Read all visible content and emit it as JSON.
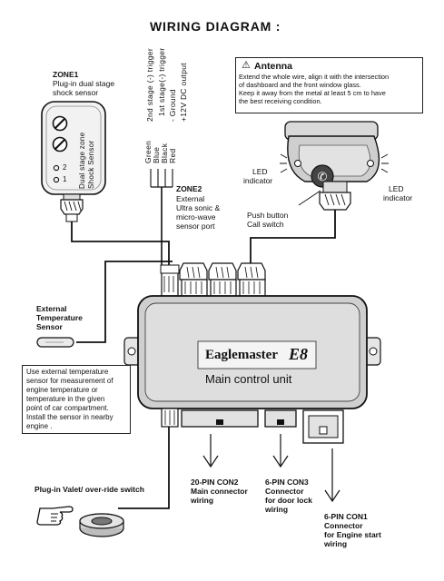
{
  "title": "WIRING DIAGRAM :",
  "zone1": {
    "heading": "ZONE1",
    "desc_line1": "Plug-in dual stage",
    "desc_line2": "shock sensor",
    "side_line1": "Dual stage zone",
    "side_line2": "Shock Sensor",
    "label_2": "2",
    "label_1": "1"
  },
  "zone2": {
    "wires": [
      {
        "color": "Green",
        "function": "2nd stage (-) trigger",
        "hex": "#2e8b3a"
      },
      {
        "color": "Blue",
        "function": "1st stage(-) trigger",
        "hex": "#2b55c8"
      },
      {
        "color": "Black",
        "function": "- Ground",
        "hex": "#111111"
      },
      {
        "color": "Red",
        "function": "+12V DC output",
        "hex": "#d22b2b"
      }
    ],
    "heading": "ZONE2",
    "desc_line1": "External",
    "desc_line2": "Ultra sonic &",
    "desc_line3": "micro-wave",
    "desc_line4": "sensor port"
  },
  "antenna": {
    "heading": "Antenna",
    "text_line1": "Extend the whole wire, align it with the intersection",
    "text_line2": "of dashboard and the front window glass.",
    "text_line3": "Keep it away from the metal at least 5 cm to have",
    "text_line4": "the best receiving condition.",
    "led_left_line1": "LED",
    "led_left_line2": "indicator",
    "led_right_line1": "LED",
    "led_right_line2": "indicator",
    "push_line1": "Push button",
    "push_line2": "Call switch"
  },
  "temperature": {
    "heading_line1": "External",
    "heading_line2": "Temperature",
    "heading_line3": "Sensor",
    "note_line1": "Use external temperature",
    "note_line2": "sensor for measurement of",
    "note_line3": "engine temperature or",
    "note_line4": "temperature in the given",
    "note_line5": "point of car compartment.",
    "note_line6": "Install the sensor in nearby",
    "note_line7": "engine ."
  },
  "main_unit": {
    "brand": "Eaglemaster",
    "model": "E8",
    "label": "Main control unit"
  },
  "valet": {
    "label": "Plug-in Valet/ over-ride switch"
  },
  "connectors": {
    "con2_line1": "20-PIN CON2",
    "con2_line2": "Main connector",
    "con2_line3": "wiring",
    "con3_line1": "6-PIN CON3",
    "con3_line2": "Connector",
    "con3_line3": "for door lock",
    "con3_line4": "wiring",
    "con1_line1": "6-PIN CON1",
    "con1_line2": "Connector",
    "con1_line3": "for Engine start",
    "con1_line4": "wiring"
  },
  "colors": {
    "ink": "#111111",
    "body_fill": "#c9c9c9",
    "sensor_fill": "#eeeeee",
    "unit_fill": "#d4d4d4"
  }
}
